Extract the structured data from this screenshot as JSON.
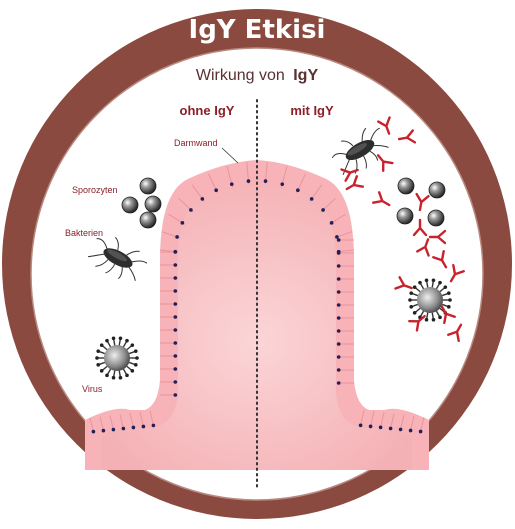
{
  "title": "IgY Etkisi",
  "subtitle": {
    "prefix": "Wirkung  von",
    "emphasis": "IgY"
  },
  "columns": {
    "left": "ohne IgY",
    "right": "mit IgY"
  },
  "labels": {
    "gut_wall": "Darmwand",
    "sporozoites": "Sporozyten",
    "bacteria": "Bakterien",
    "virus": "Virus"
  },
  "colors": {
    "ring": "#8b4a3f",
    "inner_fill": "#ffffff",
    "gut_fill": "#f8c3c6",
    "gut_cells": "#f4a9ad",
    "nuclei": "#1f1f5a",
    "antibody": "#c8232c",
    "label_text": "#8a1f2a",
    "title_text": "#ffffff"
  },
  "icons": {
    "pathogen_bacteria": "bacterium-icon",
    "pathogen_sporozoite": "sporozoite-icon",
    "pathogen_virus": "virus-icon",
    "antibody": "y-antibody-icon"
  }
}
